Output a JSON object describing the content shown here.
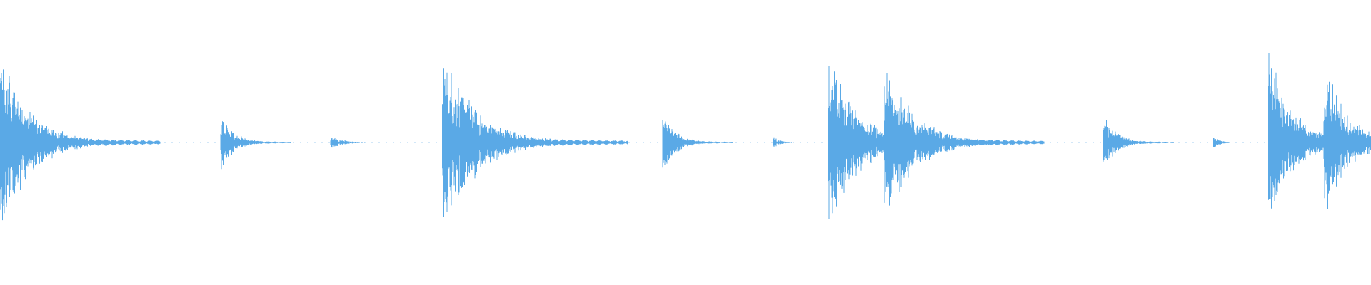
{
  "waveform": {
    "color": "#5aa9e6",
    "background": "#ffffff",
    "amplitude_scale": "linear",
    "events": [
      {
        "onset_s": 0.0,
        "peak_amplitude": 1.0,
        "decay_s": 1.25,
        "kind": "double-hit"
      },
      {
        "onset_s": 1.72,
        "peak_amplitude": 0.35,
        "decay_s": 0.55,
        "kind": "tick"
      },
      {
        "onset_s": 2.58,
        "peak_amplitude": 0.07,
        "decay_s": 0.55,
        "kind": "tail"
      },
      {
        "onset_s": 3.45,
        "peak_amplitude": 1.0,
        "decay_s": 1.45,
        "kind": "double-hit"
      },
      {
        "onset_s": 5.17,
        "peak_amplitude": 0.35,
        "decay_s": 0.55,
        "kind": "tick"
      },
      {
        "onset_s": 6.03,
        "peak_amplitude": 0.07,
        "decay_s": 0.3,
        "kind": "tail"
      },
      {
        "onset_s": 6.46,
        "peak_amplitude": 0.95,
        "decay_s": 1.3,
        "kind": "double-hit"
      },
      {
        "onset_s": 6.9,
        "peak_amplitude": 0.9,
        "decay_s": 1.25,
        "kind": "hit"
      },
      {
        "onset_s": 8.61,
        "peak_amplitude": 0.33,
        "decay_s": 0.55,
        "kind": "tick"
      },
      {
        "onset_s": 9.47,
        "peak_amplitude": 0.07,
        "decay_s": 0.3,
        "kind": "tail"
      },
      {
        "onset_s": 9.9,
        "peak_amplitude": 1.0,
        "decay_s": 1.0,
        "kind": "double-hit"
      },
      {
        "onset_s": 10.33,
        "peak_amplitude": 0.9,
        "decay_s": 1.0,
        "kind": "hit"
      }
    ],
    "duration_s": 10.7
  }
}
